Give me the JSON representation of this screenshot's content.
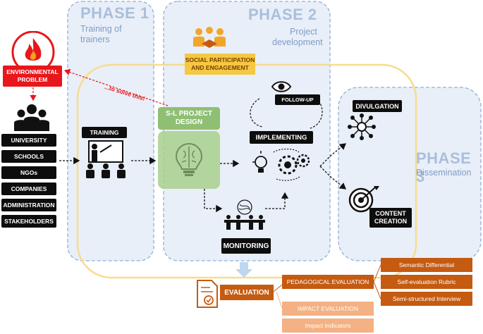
{
  "phases": {
    "p1": {
      "title": "PHASE 1",
      "subtitle_line1": "Training of",
      "subtitle_line2": "trainers"
    },
    "p2": {
      "title": "PHASE 2",
      "subtitle_line1": "Project",
      "subtitle_line2": "development"
    },
    "p3": {
      "title": "PHASE 3",
      "subtitle": "Dissemination"
    }
  },
  "problem": {
    "line1": "ENVIRONMENTAL",
    "line2": "PROBLEM",
    "annotation": "...to solve this!"
  },
  "stakeholders": [
    "UNIVERSITY",
    "SCHOOLS",
    "NGOs",
    "COMPANIES",
    "ADMINISTRATION",
    "STAKEHOLDERS"
  ],
  "social": {
    "line1": "SOCIAL PARTICIPATION",
    "line2": "AND ENGAGEMENT"
  },
  "training": "TRAINING",
  "sl_design": {
    "line1": "S-L PROJECT",
    "line2": "DESIGN"
  },
  "follow_up": "FOLLOW-UP",
  "implementing": "IMPLEMENTING",
  "monitoring": "MONITORING",
  "divulgation": "DIVULGATION",
  "content_creation": {
    "line1": "CONTENT",
    "line2": "CREATION"
  },
  "evaluation": {
    "label": "EVALUATION",
    "pedagogical": "PEDAGOGICAL EVALUATION",
    "impact": "IMPACT EVALUATION",
    "indicators": "Impact Indicators",
    "tools": [
      "Semantic Differential",
      "Self-evaluation Rubric",
      "Semi-structured Interview"
    ]
  },
  "colors": {
    "phase_fill": "#e9eff8",
    "phase_border": "#8fb0d8",
    "yellow_loop": "#f7dc8c",
    "red": "#e8171b",
    "green": "#a8d08d",
    "orange_dark": "#c55a11",
    "orange_light": "#f4b183",
    "black": "#0d0d0d"
  },
  "icons": [
    "fire-icon",
    "people-group-icon",
    "teacher-icon",
    "brain-bulb-icon",
    "eye-icon",
    "bulb-gears-icon",
    "meeting-icon",
    "network-icon",
    "target-icon",
    "document-check-icon",
    "handshake-icon"
  ]
}
